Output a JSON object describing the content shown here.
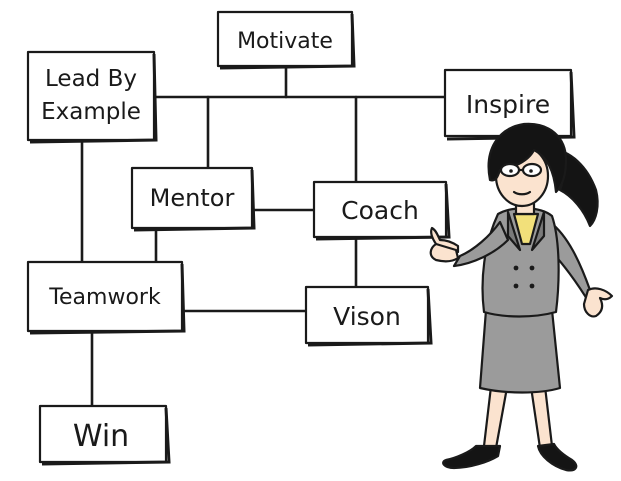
{
  "diagram": {
    "nodes": [
      {
        "id": "motivate",
        "label": "Motivate"
      },
      {
        "id": "lead",
        "label_line1": "Lead By",
        "label_line2": "Example"
      },
      {
        "id": "inspire",
        "label": "Inspire"
      },
      {
        "id": "mentor",
        "label": "Mentor"
      },
      {
        "id": "coach",
        "label": "Coach"
      },
      {
        "id": "teamwork",
        "label": "Teamwork"
      },
      {
        "id": "vision",
        "label": "Vison"
      },
      {
        "id": "win",
        "label": "Win"
      }
    ]
  },
  "colors": {
    "ink": "#1a1a1a",
    "suit": "#9b9b9b",
    "suit_shadow": "#7a7a7a",
    "skin": "#fbe3cf",
    "hair": "#141414",
    "blouse": "#f2e07a"
  }
}
